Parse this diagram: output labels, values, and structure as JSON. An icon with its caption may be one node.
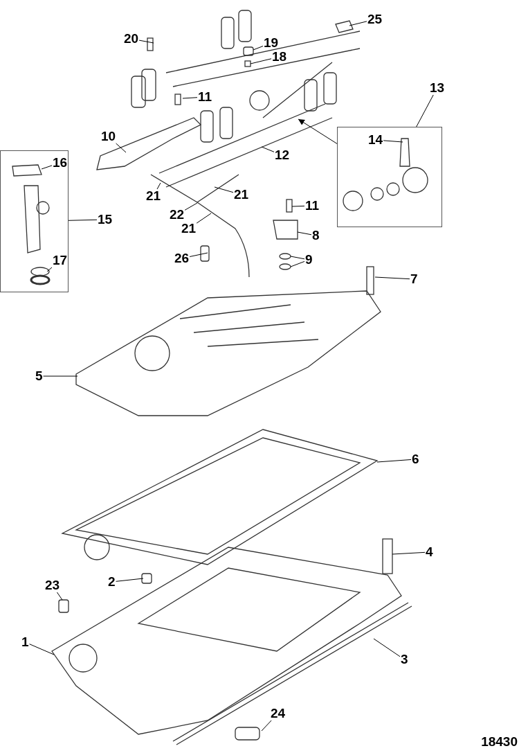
{
  "diagram": {
    "nodes": [
      {
        "text": [
          "25"
        ]
      },
      {
        "text": [
          "20"
        ]
      },
      {
        "text": [
          "19"
        ]
      },
      {
        "text": [
          "18"
        ]
      },
      {
        "text": [
          "11"
        ]
      },
      {
        "text": [
          "13"
        ]
      },
      {
        "text": [],
        "shape": "box"
      },
      {
        "text": [
          "14"
        ],
        "in": 6
      },
      {
        "text": [
          "10"
        ]
      },
      {
        "text": [
          "12"
        ]
      },
      {
        "text": [],
        "shape": "box"
      },
      {
        "text": [
          "16"
        ],
        "in": 10
      },
      {
        "text": [
          "15"
        ]
      },
      {
        "text": [
          "21"
        ]
      },
      {
        "text": [
          "21"
        ]
      },
      {
        "text": [
          "22"
        ]
      },
      {
        "text": [
          "21"
        ]
      },
      {
        "text": [
          "11"
        ]
      },
      {
        "text": [
          "8"
        ]
      },
      {
        "text": [
          "26"
        ]
      },
      {
        "text": [
          "9"
        ]
      },
      {
        "text": [
          "17"
        ],
        "in": 10
      },
      {
        "text": [
          "7"
        ]
      },
      {
        "text": [
          "5"
        ]
      },
      {
        "text": [
          "6"
        ]
      },
      {
        "text": [
          "4"
        ]
      },
      {
        "text": [
          "23"
        ]
      },
      {
        "text": [
          "2"
        ]
      },
      {
        "text": [
          "1"
        ]
      },
      {
        "text": [
          "3"
        ]
      },
      {
        "text": [
          "24"
        ]
      }
    ],
    "edges": [
      {
        "from": 0,
        "to": null,
        "arrow": "none"
      },
      {
        "from": 1,
        "to": null,
        "arrow": "none"
      },
      {
        "from": 2,
        "to": null,
        "arrow": "none"
      },
      {
        "from": 3,
        "to": null,
        "arrow": "none"
      },
      {
        "from": 4,
        "to": null,
        "arrow": "none"
      },
      {
        "from": 5,
        "to": 6,
        "arrow": "none"
      },
      {
        "from": 6,
        "to": null,
        "arrow": "to"
      },
      {
        "from": 7,
        "to": null,
        "arrow": "none"
      },
      {
        "from": 8,
        "to": null,
        "arrow": "none"
      },
      {
        "from": 9,
        "to": null,
        "arrow": "none"
      },
      {
        "from": 11,
        "to": null,
        "arrow": "none"
      },
      {
        "from": 12,
        "to": 10,
        "arrow": "none"
      },
      {
        "from": 13,
        "to": null,
        "arrow": "none"
      },
      {
        "from": 14,
        "to": null,
        "arrow": "none"
      },
      {
        "from": 15,
        "to": null,
        "arrow": "none"
      },
      {
        "from": 16,
        "to": null,
        "arrow": "none"
      },
      {
        "from": 17,
        "to": null,
        "arrow": "none"
      },
      {
        "from": 18,
        "to": null,
        "arrow": "none"
      },
      {
        "from": 19,
        "to": null,
        "arrow": "none"
      },
      {
        "from": 20,
        "to": null,
        "arrow": "none"
      },
      {
        "from": 20,
        "to": null,
        "arrow": "none"
      },
      {
        "from": 21,
        "to": null,
        "arrow": "none"
      },
      {
        "from": 22,
        "to": null,
        "arrow": "none"
      },
      {
        "from": 23,
        "to": null,
        "arrow": "none"
      },
      {
        "from": 24,
        "to": null,
        "arrow": "none"
      },
      {
        "from": 25,
        "to": null,
        "arrow": "none"
      },
      {
        "from": 26,
        "to": null,
        "arrow": "none"
      },
      {
        "from": 27,
        "to": null,
        "arrow": "none"
      },
      {
        "from": 28,
        "to": null,
        "arrow": "none"
      },
      {
        "from": 29,
        "to": null,
        "arrow": "none"
      },
      {
        "from": 30,
        "to": null,
        "arrow": "none"
      }
    ],
    "labels": [
      "18430"
    ]
  }
}
